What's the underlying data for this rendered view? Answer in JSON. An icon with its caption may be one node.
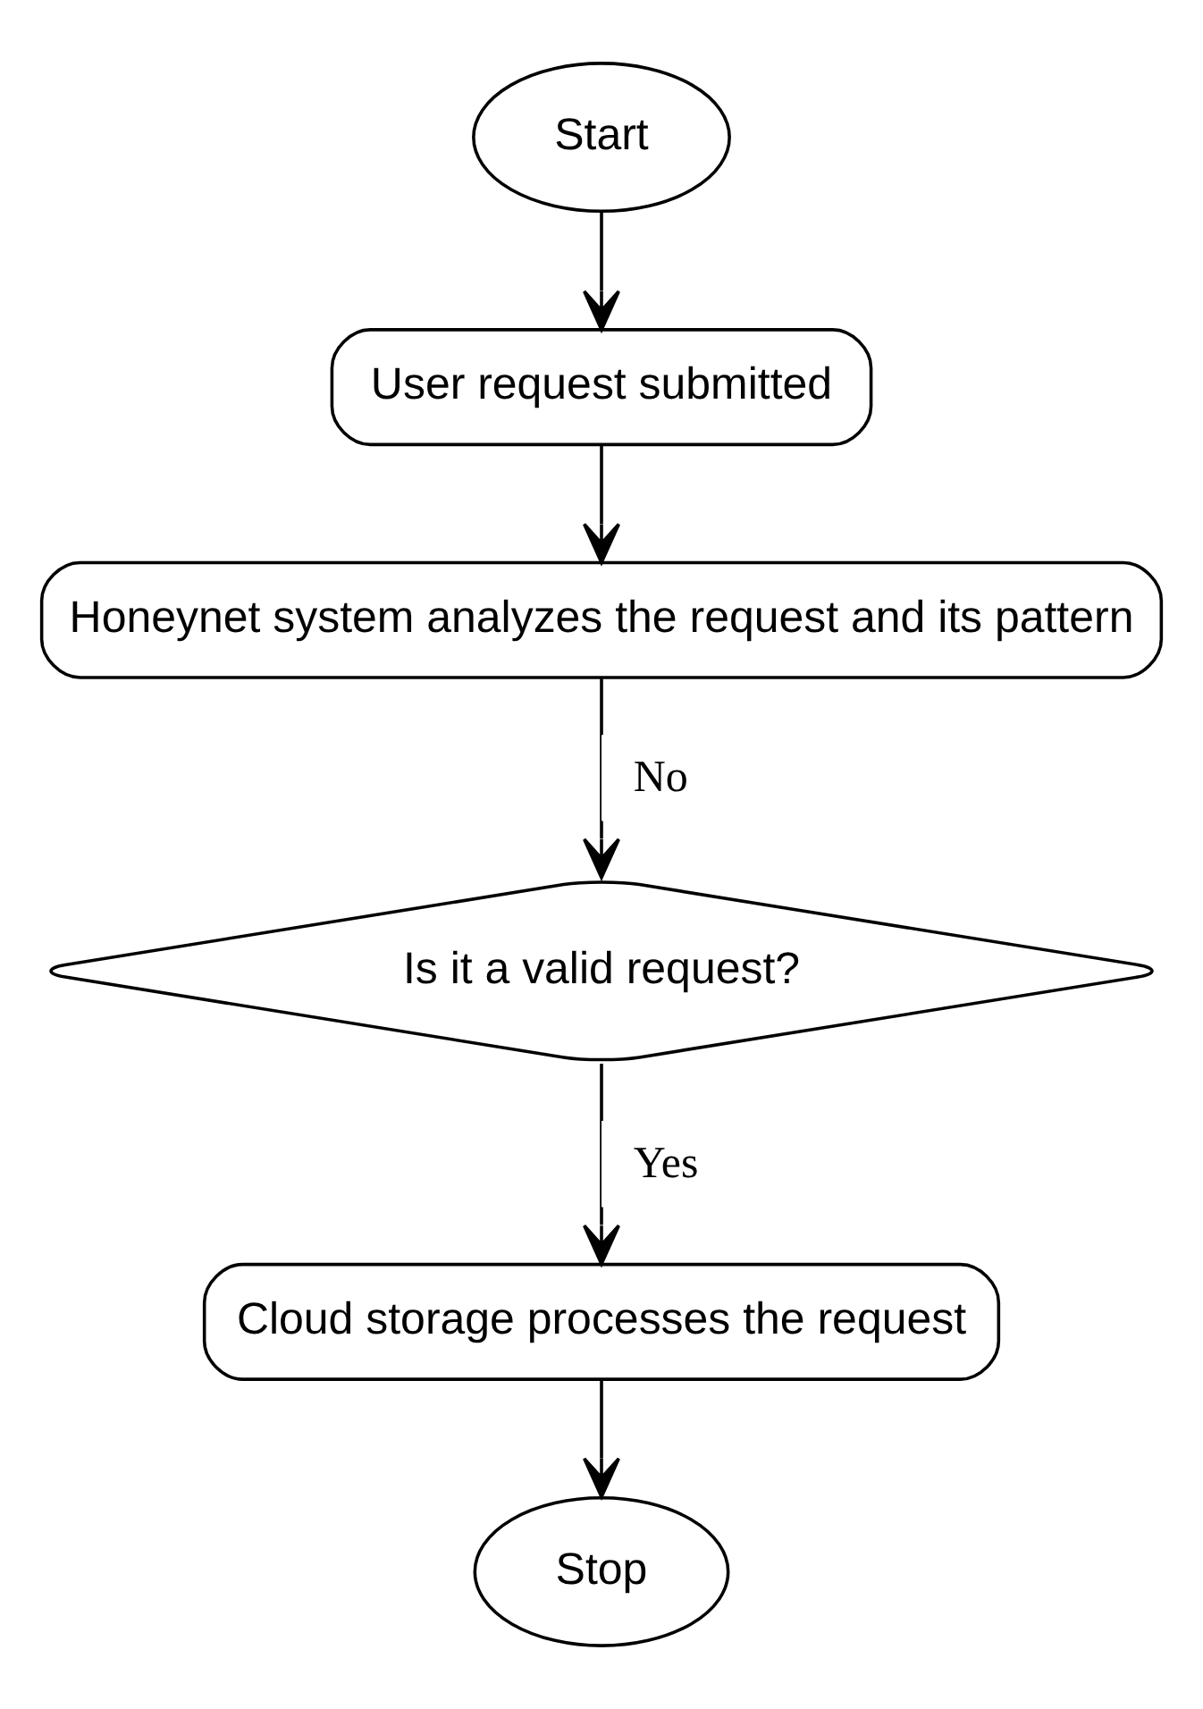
{
  "diagram": {
    "nodes": [
      {
        "text": [
          "Start"
        ]
      },
      {
        "text": [
          "User request submitted"
        ]
      },
      {
        "text": [
          "Honeynet system analyzes the request and its pattern"
        ]
      },
      {
        "text": [
          "Is it a valid request?"
        ]
      },
      {
        "text": [
          "Cloud storage processes the request"
        ]
      },
      {
        "text": [
          "Stop"
        ]
      }
    ],
    "edges": [
      {
        "from": 0,
        "to": 1,
        "arrow": "to"
      },
      {
        "from": 1,
        "to": 2,
        "arrow": "to"
      },
      {
        "from": 2,
        "to": 3,
        "arrow": "to",
        "label": "No"
      },
      {
        "from": 3,
        "to": 4,
        "arrow": "to",
        "label": "Yes"
      },
      {
        "from": 4,
        "to": 5,
        "arrow": "to"
      }
    ]
  }
}
